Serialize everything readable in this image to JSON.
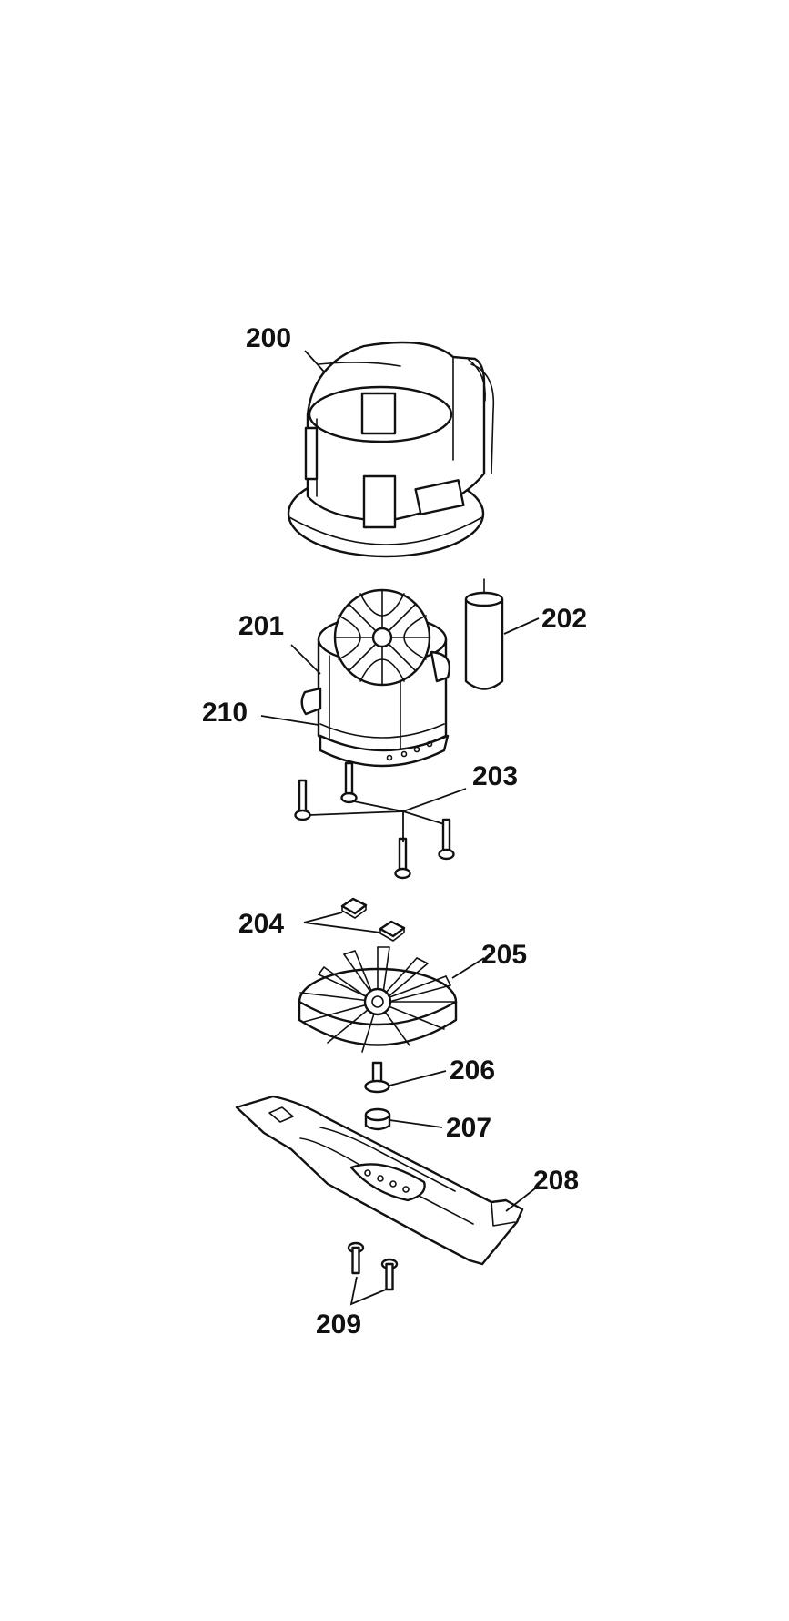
{
  "diagram": {
    "parts": [
      {
        "id": "housing",
        "label": "200"
      },
      {
        "id": "motor",
        "label": "201"
      },
      {
        "id": "capacitor",
        "label": "202"
      },
      {
        "id": "motor-screws",
        "label": "203"
      },
      {
        "id": "nuts",
        "label": "204"
      },
      {
        "id": "fan",
        "label": "205"
      },
      {
        "id": "blade-bolt",
        "label": "206"
      },
      {
        "id": "spacer",
        "label": "207"
      },
      {
        "id": "blade",
        "label": "208"
      },
      {
        "id": "blade-screws",
        "label": "209"
      },
      {
        "id": "motor-band",
        "label": "210"
      }
    ]
  }
}
